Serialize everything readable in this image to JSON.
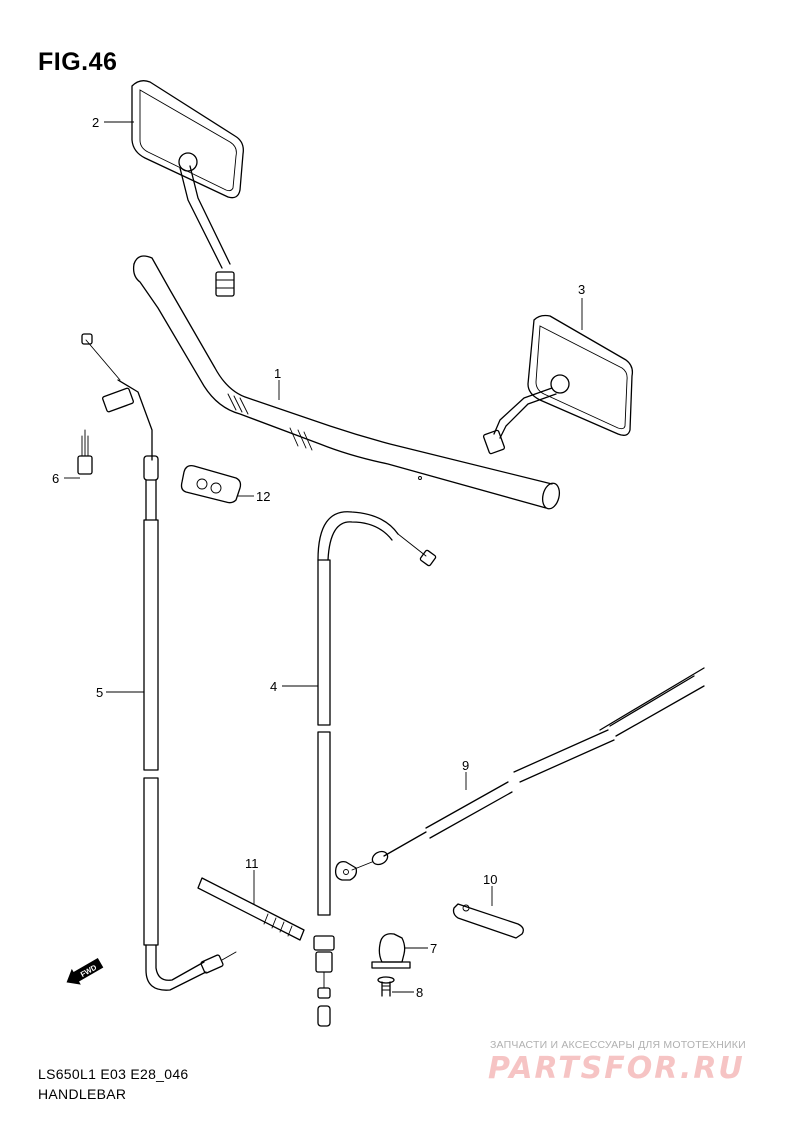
{
  "figure": {
    "title": "FIG.46",
    "model_code": "LS650L1 E03 E28_046",
    "caption": "HANDLEBAR"
  },
  "callouts": [
    {
      "id": "1",
      "part": "handlebar"
    },
    {
      "id": "2",
      "part": "mirror-left"
    },
    {
      "id": "3",
      "part": "mirror-right"
    },
    {
      "id": "4",
      "part": "cable-4"
    },
    {
      "id": "5",
      "part": "cable-5"
    },
    {
      "id": "6",
      "part": "bolt-6"
    },
    {
      "id": "7",
      "part": "clamp-7"
    },
    {
      "id": "8",
      "part": "screw-8"
    },
    {
      "id": "9",
      "part": "clutch-cable-9"
    },
    {
      "id": "10",
      "part": "clamp-10"
    },
    {
      "id": "11",
      "part": "strap-11"
    },
    {
      "id": "12",
      "part": "clamp-12"
    }
  ],
  "direction_badge": "FWD",
  "watermark": {
    "caption": "ЗАПЧАСТИ И АКСЕССУАРЫ ДЛЯ МОТОТЕХНИКИ",
    "logo": "PARTSFOR.RU"
  }
}
